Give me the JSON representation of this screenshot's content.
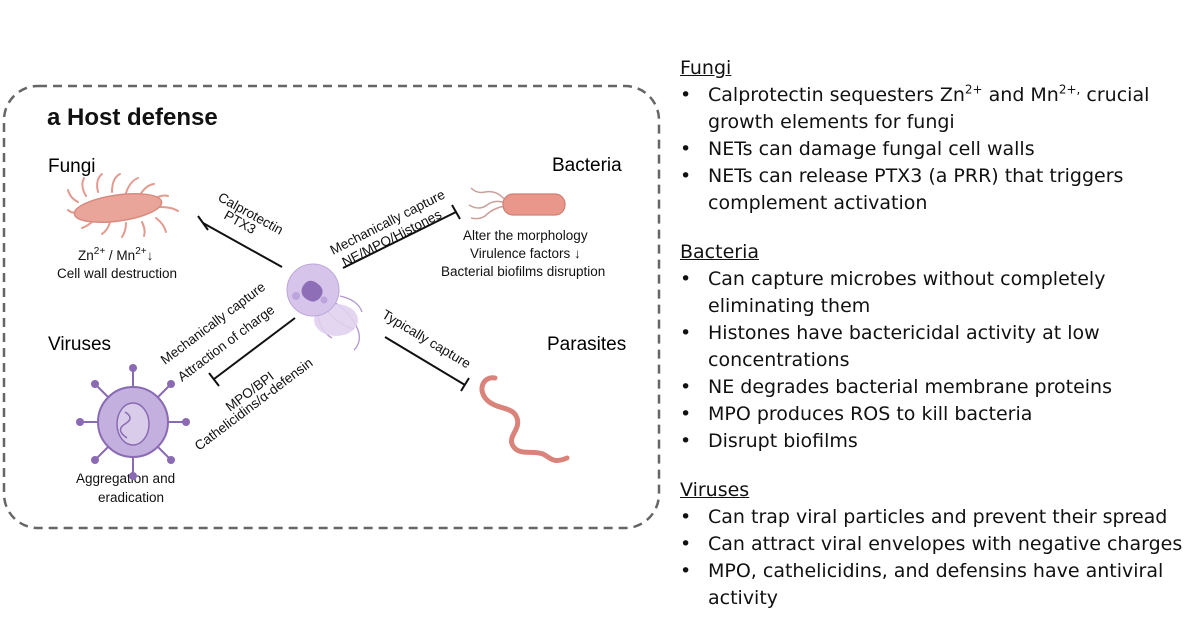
{
  "panel": {
    "title": "a Host defense",
    "fungi": {
      "label": "Fungi",
      "note_line1_zn": "Zn",
      "note_line1_sup1": "2+",
      "note_line1_mid": " / Mn",
      "note_line1_sup2": "2+",
      "note_line1_arrow": "↓",
      "note_line2": "Cell wall destruction"
    },
    "bacteria": {
      "label": "Bacteria",
      "note_line1": "Alter the morphology",
      "note_line2": "Virulence factors ↓",
      "note_line3": "Bacterial biofilms disruption"
    },
    "viruses": {
      "label": "Viruses",
      "note_line1": "Aggregation and",
      "note_line2": "eradication"
    },
    "parasites": {
      "label": "Parasites"
    },
    "arrow_fungi": {
      "line1": "Calprotectin",
      "line2": "PTX3"
    },
    "arrow_bacteria": {
      "line1": "Mechanically capture",
      "line2": "NE/MPO/Histones"
    },
    "arrow_viruses_upper": {
      "line1": "Mechanically capture",
      "line2": "Attraction of charge"
    },
    "arrow_viruses_lower": {
      "line1": "MPO/BPI",
      "line2": "Cathelicidins/α-defensin"
    },
    "arrow_parasites": {
      "line1": "Typically capture"
    }
  },
  "notes": {
    "fungi": {
      "heading": "Fungi",
      "b1_pre": "Calprotectin sequesters Zn",
      "b1_sup1": "2+",
      "b1_mid": " and Mn",
      "b1_sup2": "2+,",
      "b1_post": " crucial growth elements for fungi",
      "b2": "NETs can damage fungal cell walls",
      "b3": "NETs can release PTX3 (a PRR) that triggers complement activation"
    },
    "bacteria": {
      "heading": "Bacteria",
      "items": [
        "Can capture microbes without completely eliminating them",
        "Histones have bactericidal activity at low concentrations",
        "NE degrades bacterial membrane proteins",
        "MPO produces ROS to kill bacteria",
        "Disrupt biofilms"
      ]
    },
    "viruses": {
      "heading": "Viruses",
      "items": [
        "Can trap viral  particles and prevent their spread",
        "Can attract viral envelopes with negative charges",
        "MPO, cathelicidins, and defensins have antiviral activity"
      ]
    }
  },
  "colors": {
    "fungi": "#e9a49a",
    "bacteria": "#e79a8c",
    "virus": "#9a7cbf",
    "neutrophil": "#c9b4e2",
    "parasite": "#d9837a",
    "border": "#666666"
  }
}
